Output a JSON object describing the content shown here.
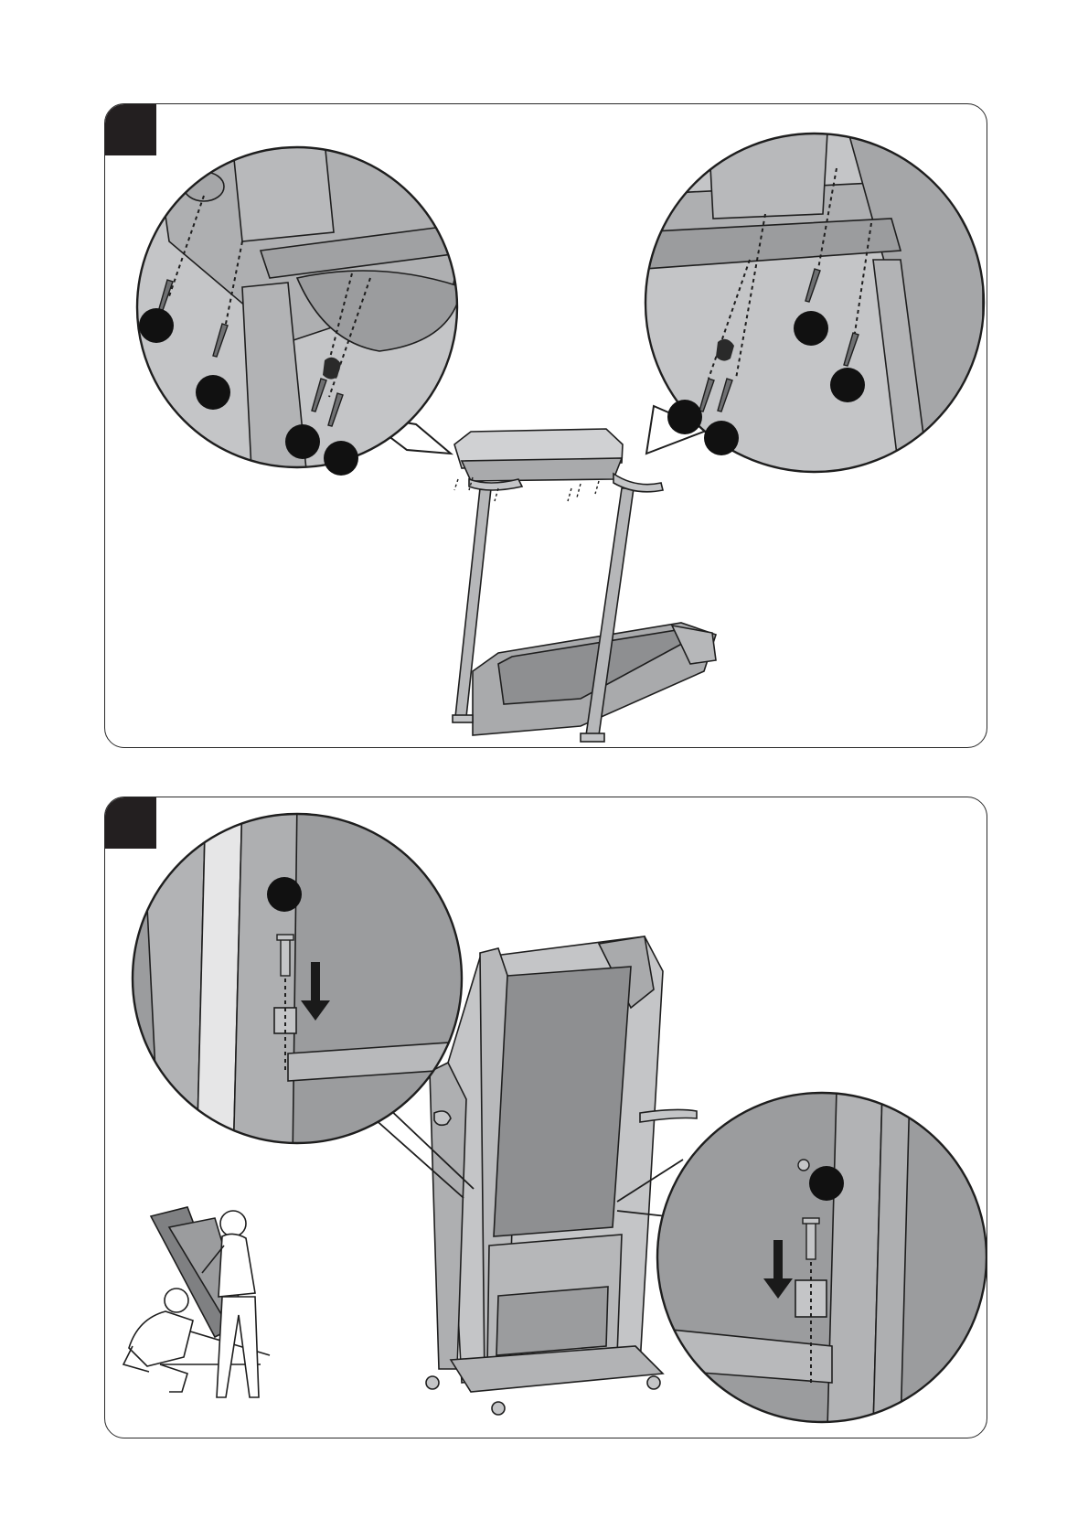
{
  "colors": {
    "frame_gray": "#9b9b9d",
    "frame_light": "#c4c5c7",
    "frame_dark": "#6f7072",
    "outline": "#1e1e1e",
    "step_box": "#231f20",
    "callout_marker": "#111111",
    "page_background": "#ffffff"
  },
  "steps": [
    {
      "id": "panel-1",
      "step_number": "",
      "callouts": [
        "left-zoom-top-console",
        "right-zoom-top-console"
      ],
      "markers": {
        "left_zoom": 4,
        "right_zoom": 4
      },
      "icons": [
        "screw-icon",
        "bracket-icon",
        "treadmill-front-icon"
      ]
    },
    {
      "id": "panel-2",
      "step_number": "",
      "callouts": [
        "left-zoom-upright",
        "right-zoom-upright"
      ],
      "markers": {
        "left_zoom": 1,
        "right_zoom": 1
      },
      "icons": [
        "arrow-down-icon",
        "bolt-icon",
        "treadmill-folded-icon",
        "two-people-assembly-icon"
      ]
    }
  ]
}
